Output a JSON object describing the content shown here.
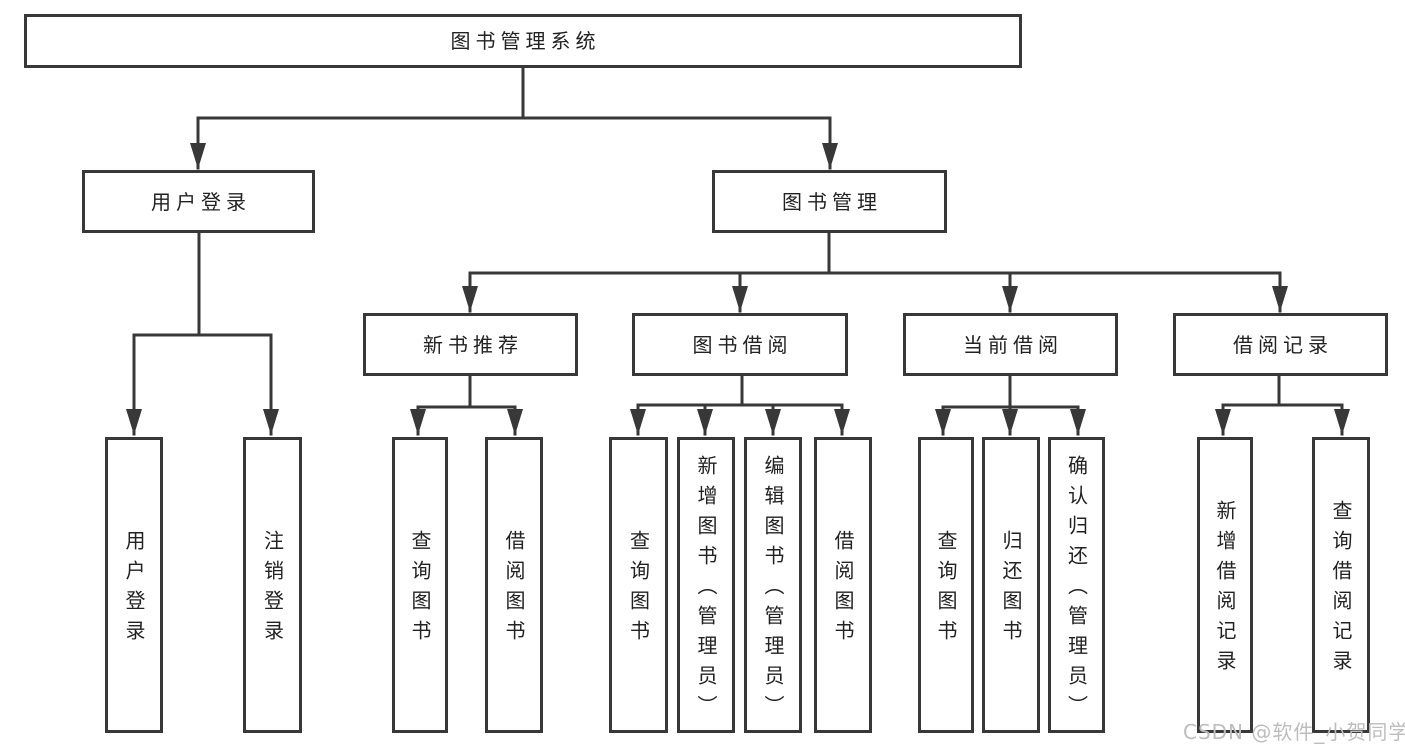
{
  "diagram": {
    "type": "hierarchy",
    "tree": {
      "label": "图书管理系统",
      "children": [
        {
          "label": "用户登录",
          "children": [
            {
              "label": "用户登录"
            },
            {
              "label": "注销登录"
            }
          ]
        },
        {
          "label": "图书管理",
          "children": [
            {
              "label": "新书推荐",
              "children": [
                {
                  "label": "查询图书"
                },
                {
                  "label": "借阅图书"
                }
              ]
            },
            {
              "label": "图书借阅",
              "children": [
                {
                  "label": "查询图书"
                },
                {
                  "label": "新增图书（管理员）"
                },
                {
                  "label": "编辑图书（管理员）"
                },
                {
                  "label": "借阅图书"
                }
              ]
            },
            {
              "label": "当前借阅",
              "children": [
                {
                  "label": "查询图书"
                },
                {
                  "label": "归还图书"
                },
                {
                  "label": "确认归还（管理员）"
                }
              ]
            },
            {
              "label": "借阅记录",
              "children": [
                {
                  "label": "新增借阅记录"
                },
                {
                  "label": "查询借阅记录"
                }
              ]
            }
          ]
        }
      ]
    }
  },
  "watermark": {
    "text": "CSDN @软件_小贺同学"
  },
  "colors": {
    "line": "#383838",
    "box_border": "#383838",
    "box_fill": "#ffffff",
    "text": "#222222",
    "background": "#ffffff",
    "watermark": "#bdbdbd"
  }
}
